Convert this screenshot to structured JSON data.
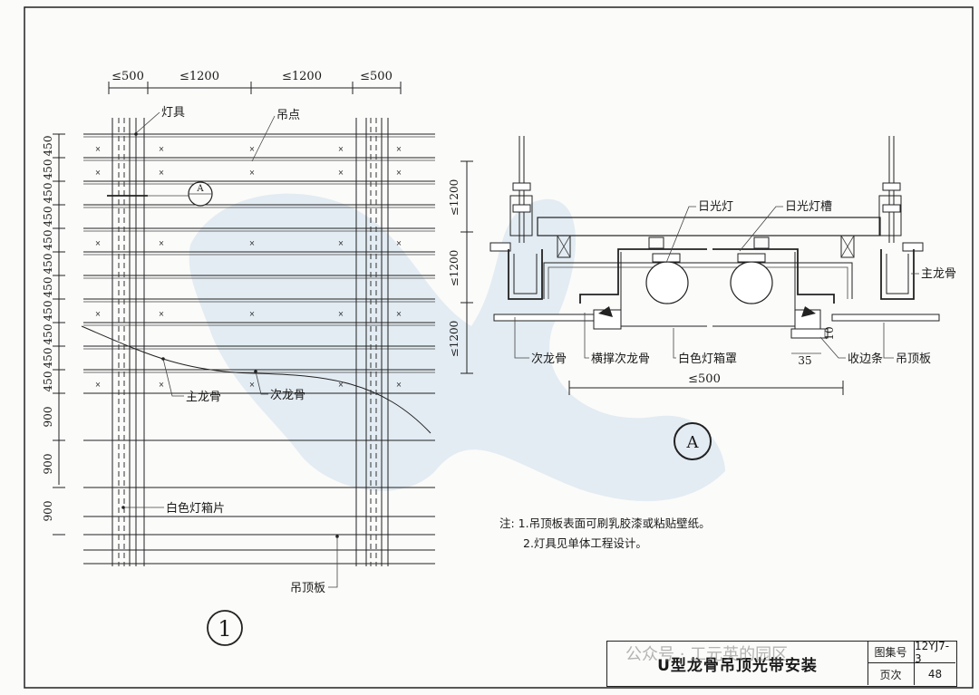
{
  "plan": {
    "top_dims": [
      "≤500",
      "≤1200",
      "≤1200",
      "≤500"
    ],
    "left_dims": [
      "450",
      "450",
      "450",
      "450",
      "450",
      "450",
      "450",
      "450",
      "450",
      "450",
      "450",
      "900",
      "900",
      "900"
    ],
    "labels": {
      "fixture": "灯具",
      "hanging_point": "吊点",
      "main_keel": "主龙骨",
      "secondary_keel": "次龙骨",
      "lightbox_panel": "白色灯箱片",
      "ceiling_board": "吊顶板"
    },
    "section_marker": "A",
    "detail_number": "1"
  },
  "section": {
    "left_dims": [
      "≤1200",
      "≤1200",
      "≤1200"
    ],
    "labels": {
      "fluorescent_lamp": "日光灯",
      "lamp_trough": "日光灯槽",
      "main_keel": "主龙骨",
      "secondary_keel": "次龙骨",
      "cross_brace": "横撑次龙骨",
      "lightbox_cover": "白色灯箱罩",
      "edge_strip": "收边条",
      "ceiling_board": "吊顶板"
    },
    "dim_10": "10",
    "dim_35": "35",
    "bottom_dim": "≤500",
    "detail_marker": "A"
  },
  "notes": {
    "line1": "注: 1.吊顶板表面可刷乳胶漆或粘贴壁纸。",
    "line2": "2.灯具见单体工程设计。"
  },
  "title_block": {
    "title": "U型龙骨吊顶光带安装",
    "atlas_label": "图集号",
    "atlas_no": "12YJ7-3",
    "page_label": "页次",
    "page_no": "48"
  },
  "watermark": "公众号 · 工元英的园区"
}
